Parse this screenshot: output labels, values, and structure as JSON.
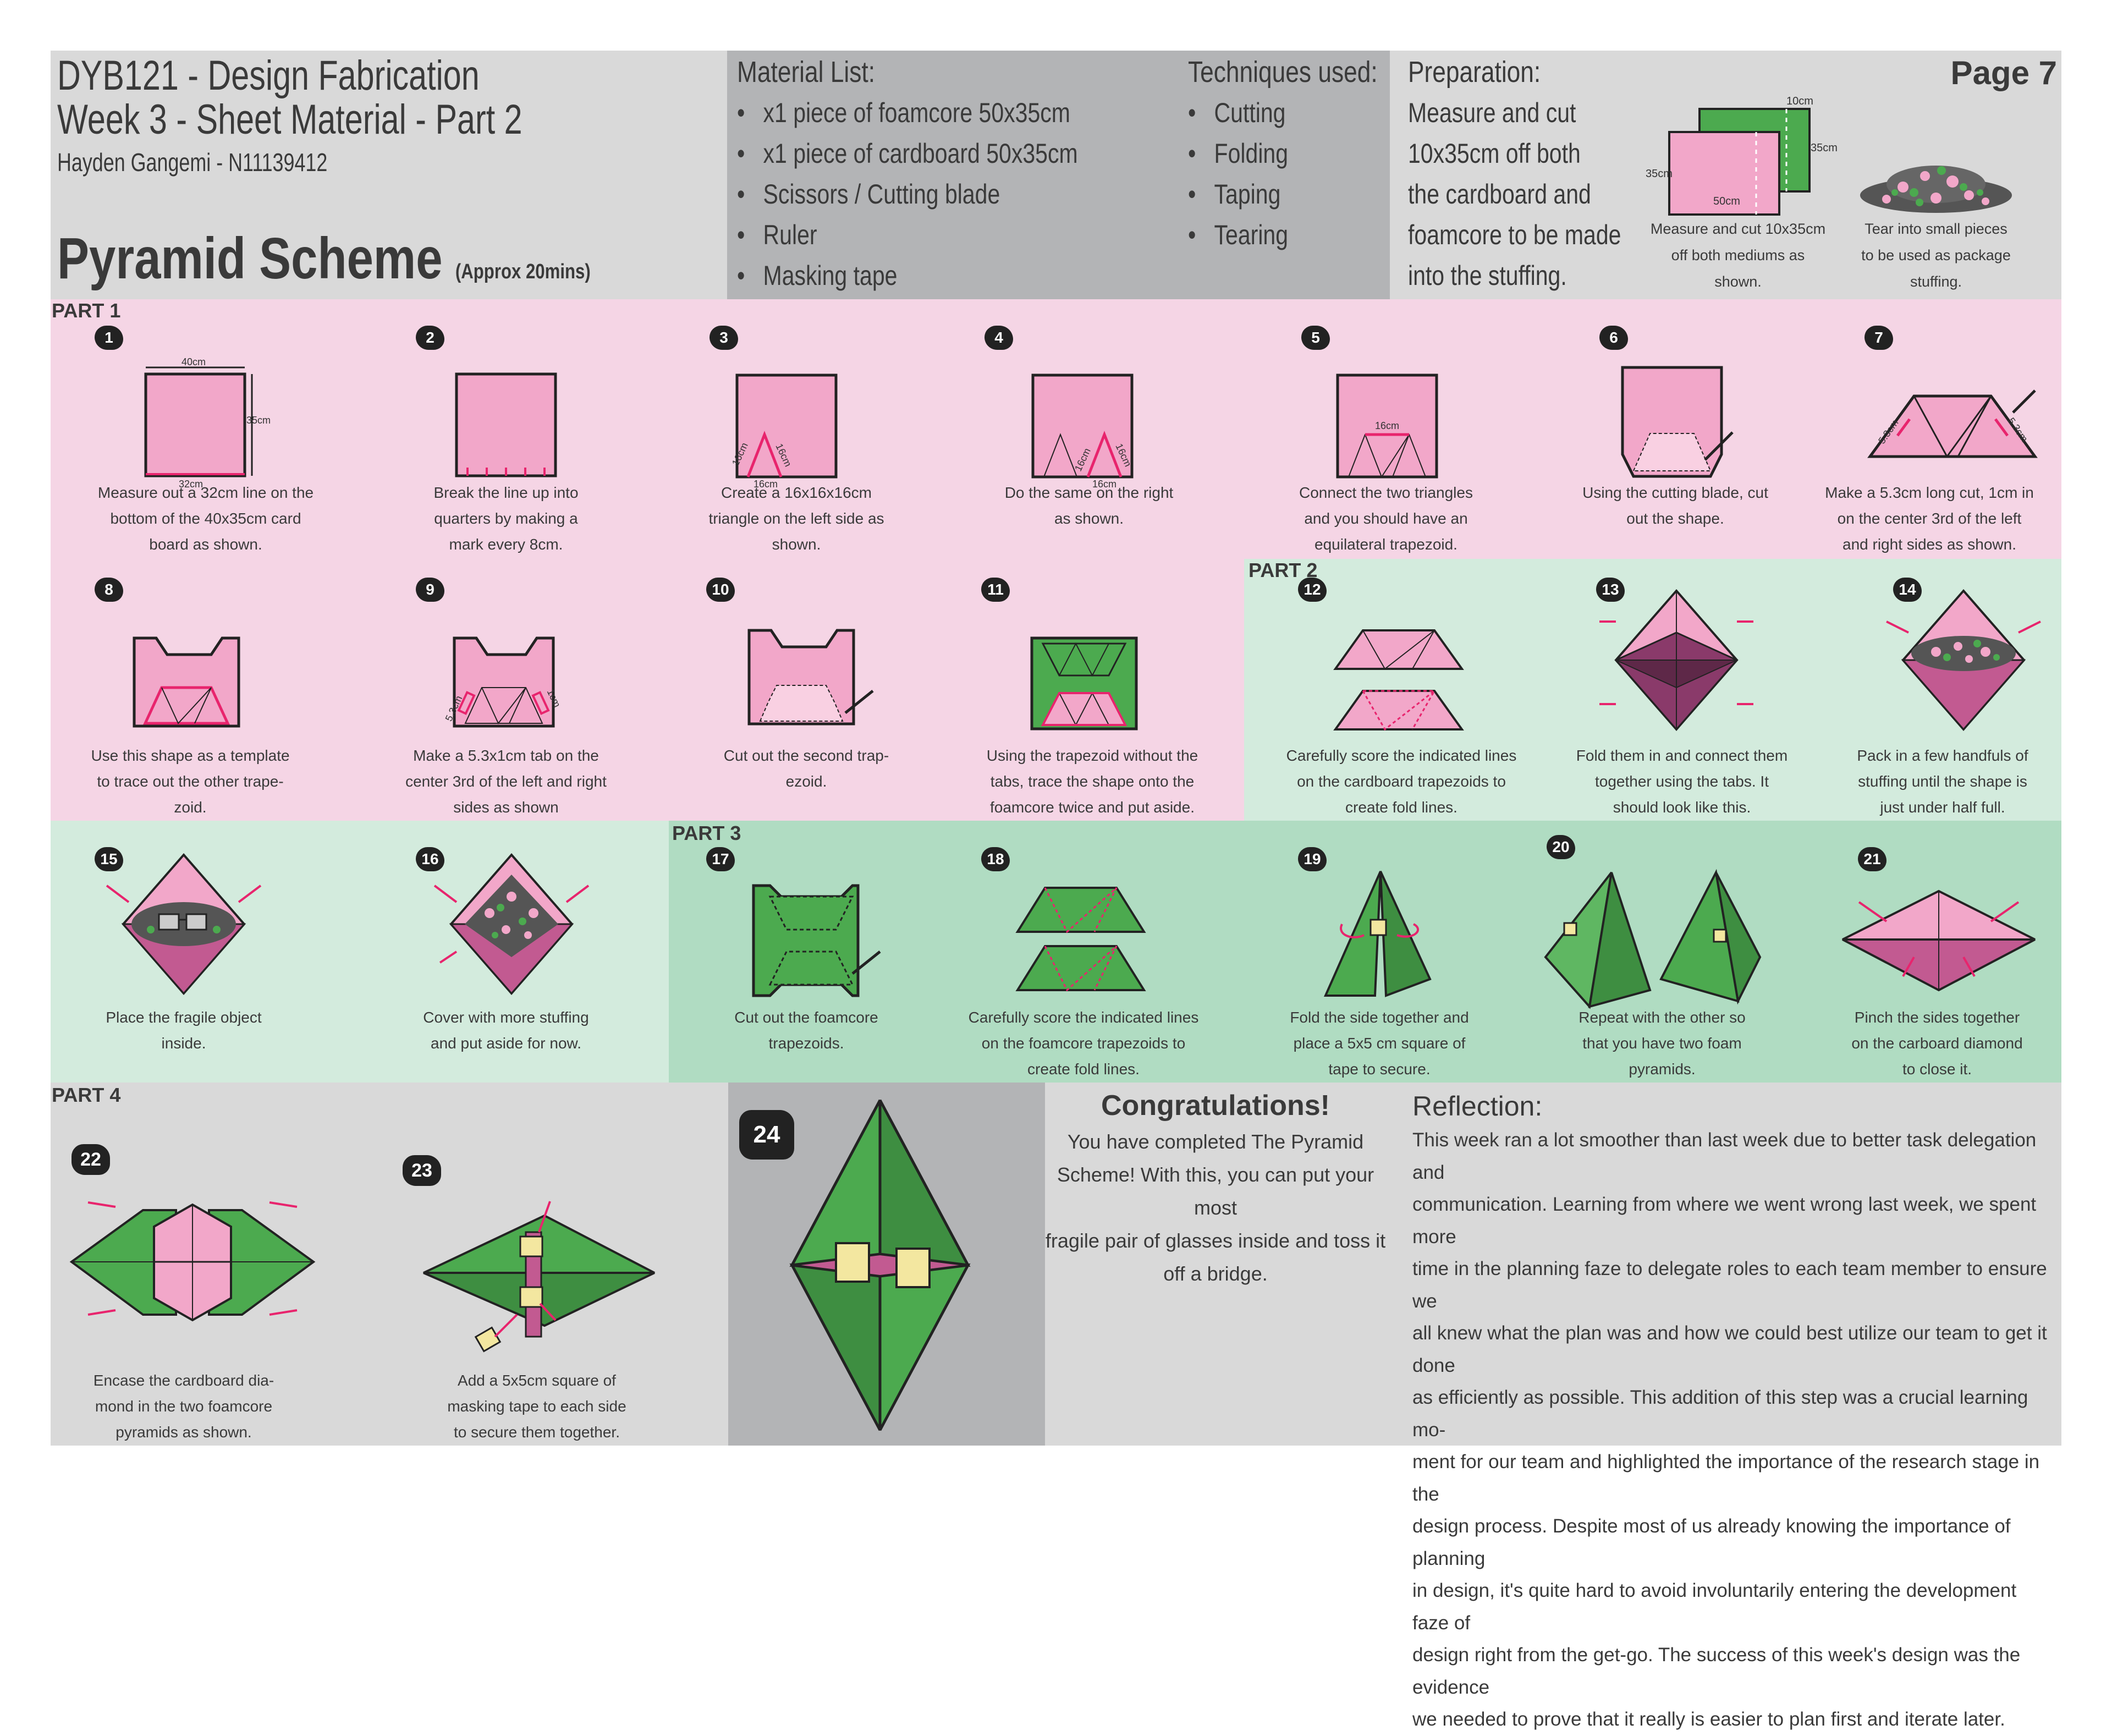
{
  "header": {
    "course": "DYB121 - Design Fabrication",
    "week": "Week 3 - Sheet Material - Part 2",
    "author": "Hayden Gangemi - N11139412",
    "title": "Pyramid Scheme",
    "approx": "(Approx 20mins)",
    "page": "Page 7"
  },
  "materials": {
    "heading": "Material List:",
    "items": [
      "x1 piece of foamcore 50x35cm",
      "x1 piece of cardboard 50x35cm",
      "Scissors / Cutting blade",
      "Ruler",
      "Masking tape"
    ]
  },
  "techniques": {
    "heading": "Techniques used:",
    "items": [
      "Cutting",
      "Folding",
      "Taping",
      "Tearing"
    ]
  },
  "preparation": {
    "heading": "Preparation:",
    "lines": [
      "Measure and cut",
      "10x35cm off both",
      "the cardboard and",
      "foamcore to be made",
      "into the stuffing."
    ],
    "fig1_caption": [
      "Measure and cut 10x35cm",
      "off both mediums as",
      "shown."
    ],
    "fig2_caption": [
      "Tear into small pieces",
      "to be used as package",
      "stuffing."
    ],
    "dim_10": "10cm",
    "dim_35a": "35cm",
    "dim_35b": "35cm",
    "dim_50": "50cm"
  },
  "parts": {
    "p1": "PART 1",
    "p2": "PART 2",
    "p3": "PART 3",
    "p4": "PART 4"
  },
  "steps": {
    "s1": {
      "num": "1",
      "caption": [
        "Measure out a 32cm line on the",
        "bottom of the 40x35cm card",
        "board as shown."
      ],
      "d40": "40cm",
      "d35": "35cm",
      "d32": "32cm"
    },
    "s2": {
      "num": "2",
      "caption": [
        "Break the line up into",
        "quarters by making a",
        "mark every 8cm."
      ]
    },
    "s3": {
      "num": "3",
      "caption": [
        "Create a 16x16x16cm",
        "triangle on the left side as",
        "shown."
      ],
      "d1": "16cm",
      "d2": "16cm",
      "d3": "16cm"
    },
    "s4": {
      "num": "4",
      "caption": [
        "Do the same on the right",
        "as shown."
      ],
      "d1": "16cm",
      "d2": "16cm",
      "d3": "16cm"
    },
    "s5": {
      "num": "5",
      "caption": [
        "Connect the two triangles",
        "and you should have an",
        "equilateral trapezoid."
      ],
      "d1": "16cm"
    },
    "s6": {
      "num": "6",
      "caption": [
        "Using the cutting blade, cut",
        "out the shape."
      ]
    },
    "s7": {
      "num": "7",
      "caption": [
        "Make a 5.3cm long cut, 1cm in",
        "on the center 3rd of the left",
        "and right sides as shown."
      ],
      "d1": "5.3cm",
      "d2": "5.3cm"
    },
    "s8": {
      "num": "8",
      "caption": [
        "Use this shape as a template",
        "to trace out the other trape-",
        "zoid."
      ]
    },
    "s9": {
      "num": "9",
      "caption": [
        "Make a 5.3x1cm tab on the",
        "center 3rd of the left and right",
        "sides as shown"
      ],
      "d1": "5.3cm",
      "d2": "1cm"
    },
    "s10": {
      "num": "10",
      "caption": [
        "Cut out the second trap-",
        "ezoid."
      ]
    },
    "s11": {
      "num": "11",
      "caption": [
        "Using the trapezoid without the",
        "tabs, trace the shape onto the",
        "foamcore twice and put aside."
      ]
    },
    "s12": {
      "num": "12",
      "caption": [
        "Carefully score the indicated lines",
        "on the cardboard trapezoids to",
        "create fold lines."
      ]
    },
    "s13": {
      "num": "13",
      "caption": [
        "Fold them in and connect them",
        "together using the tabs. It",
        "should look like this."
      ]
    },
    "s14": {
      "num": "14",
      "caption": [
        "Pack in a few handfuls of",
        "stuffing until the shape is",
        "just under half full."
      ]
    },
    "s15": {
      "num": "15",
      "caption": [
        "Place the fragile object",
        "inside."
      ]
    },
    "s16": {
      "num": "16",
      "caption": [
        "Cover with more stuffing",
        "and put aside for now."
      ]
    },
    "s17": {
      "num": "17",
      "caption": [
        "Cut out the foamcore",
        "trapezoids."
      ]
    },
    "s18": {
      "num": "18",
      "caption": [
        "Carefully score the indicated lines",
        "on the foamcore trapezoids to",
        "create fold lines."
      ]
    },
    "s19": {
      "num": "19",
      "caption": [
        "Fold the side together and",
        "place a 5x5 cm square of",
        "tape to secure."
      ]
    },
    "s20": {
      "num": "20",
      "caption": [
        "Repeat with the other so",
        "that you have two foam",
        "pyramids."
      ]
    },
    "s21": {
      "num": "21",
      "caption": [
        "Pinch the sides together",
        "on the carboard diamond",
        "to close it."
      ]
    },
    "s22": {
      "num": "22",
      "caption": [
        "Encase the cardboard dia-",
        "mond in the two foamcore",
        "pyramids as shown."
      ]
    },
    "s23": {
      "num": "23",
      "caption": [
        "Add a 5x5cm square of",
        "masking tape to each side",
        "to secure them together."
      ]
    },
    "s24": {
      "num": "24"
    }
  },
  "congrats": {
    "heading": "Congratulations!",
    "lines": [
      "You have completed The Pyramid",
      "Scheme! With this, you can put your most",
      "fragile pair of glasses inside and toss it",
      "off a bridge."
    ]
  },
  "reflection": {
    "heading": "Reflection:",
    "lines": [
      "This week ran a lot smoother than last week due to better task delegation and",
      "communication. Learning from where we went wrong last week, we spent more",
      "time in the planning faze to delegate roles to each team member to ensure we",
      "all knew what the plan was and how we could best utilize our team to get it done",
      "as efficiently as possible. This addition of this step was a crucial learning mo-",
      "ment for our team and highlighted the importance of the research stage in the",
      "design process. Despite most of us already knowing the importance of planning",
      "in design, it's quite hard to avoid involuntarily entering the development faze of",
      "design right from the get-go. The success of this week's design was the evidence",
      "we needed to prove that it really is easier to plan first and iterate later."
    ]
  },
  "colors": {
    "pink_panel": "#f5d5e5",
    "green_panel": "#d3ebdd",
    "green_panel_dark": "#b0dcc2",
    "grey_panel": "#d9d9d9",
    "grey_dark": "#b3b4b6",
    "card_pink": "#f2a7c9",
    "foam_green": "#4caa4f",
    "accent": "#e8246d"
  }
}
